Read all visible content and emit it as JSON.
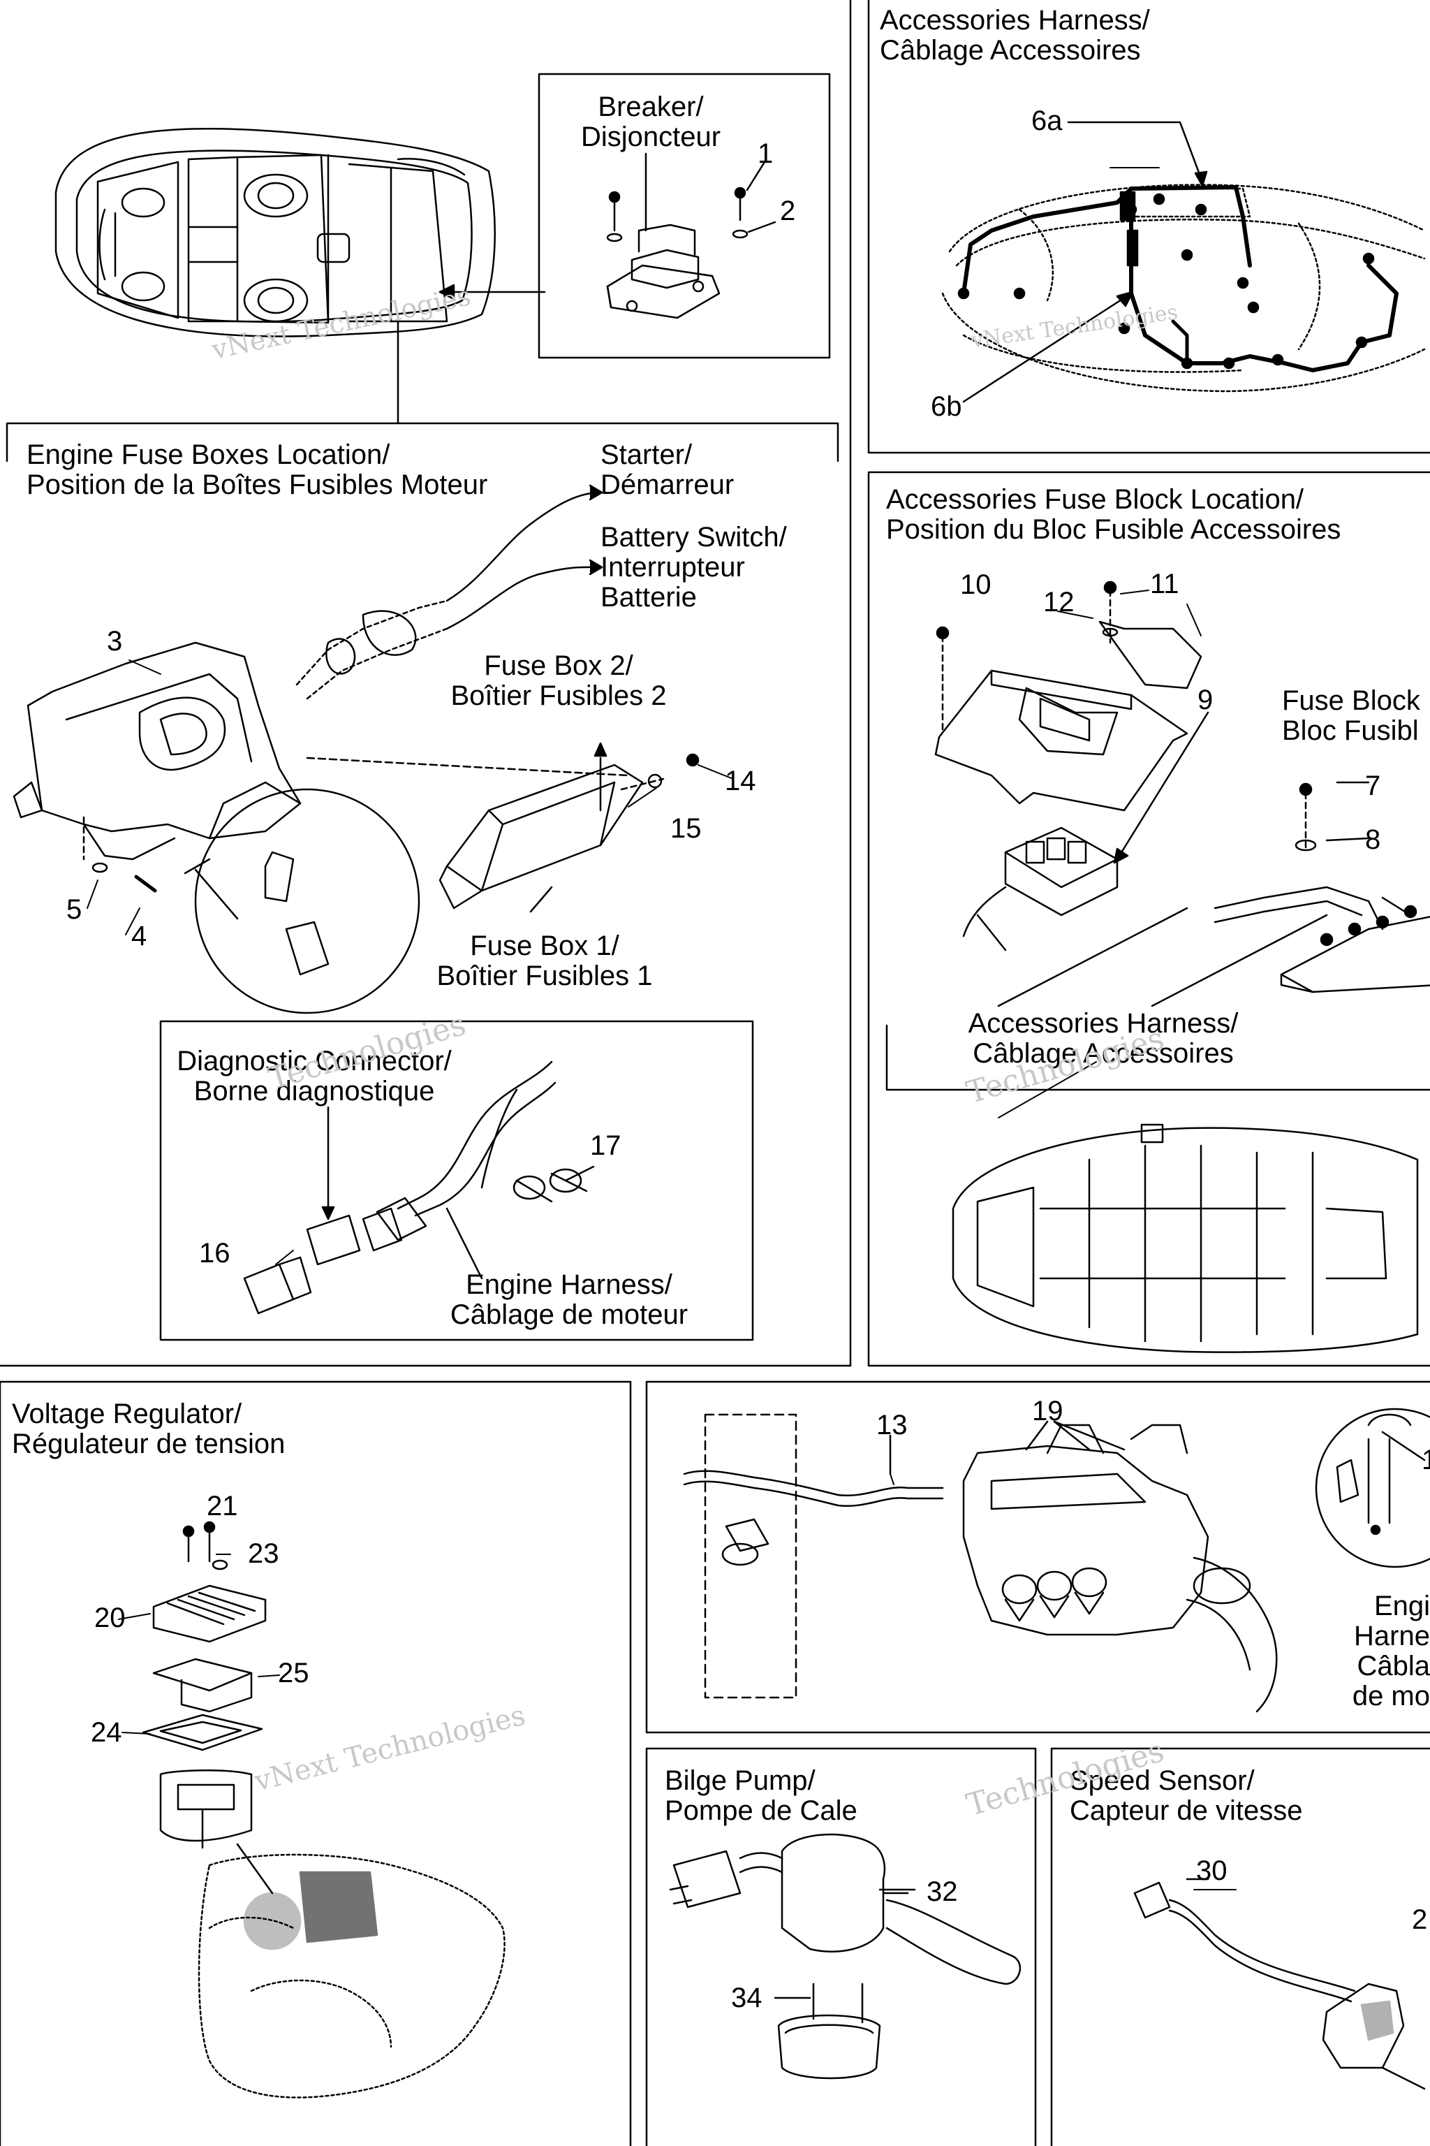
{
  "panels": {
    "breaker": {
      "title_line1": "Breaker/",
      "title_line2": "Disjoncteur",
      "callouts": [
        "1",
        "2"
      ]
    },
    "engine_fuse_boxes": {
      "title_line1": "Engine Fuse Boxes Location/",
      "title_line2": "Position de la Boîtes Fusibles Moteur",
      "starter_line1": "Starter/",
      "starter_line2": "Démarreur",
      "battery_switch_line1": "Battery Switch/",
      "battery_switch_line2": "Interrupteur",
      "battery_switch_line3": "Batterie",
      "fuse_box2_line1": "Fuse Box 2/",
      "fuse_box2_line2": "Boîtier Fusibles 2",
      "fuse_box1_line1": "Fuse Box 1/",
      "fuse_box1_line2": "Boîtier Fusibles 1",
      "callouts": [
        "3",
        "4",
        "5",
        "14",
        "15"
      ]
    },
    "diagnostic": {
      "title_line1": "Diagnostic Connector/",
      "title_line2": "Borne diagnostique",
      "engine_harness_line1": "Engine Harness/",
      "engine_harness_line2": "Câblage de moteur",
      "callouts": [
        "16",
        "17"
      ]
    },
    "accessories_harness": {
      "title_line1": "Accessories Harness/",
      "title_line2": "Câblage Accessoires",
      "callouts": [
        "6a",
        "6b"
      ]
    },
    "accessories_fuse_block": {
      "title_line1": "Accessories Fuse Block Location/",
      "title_line2": "Position du Bloc Fusible Accessoires",
      "fuse_block_line1": "Fuse Block",
      "fuse_block_line2": "Bloc Fusibl",
      "acc_harness_line1": "Accessories Harness/",
      "acc_harness_line2": "Câblage Accessoires",
      "callouts": [
        "10",
        "11",
        "12",
        "9",
        "7",
        "8"
      ]
    },
    "voltage_regulator": {
      "title_line1": "Voltage Regulator/",
      "title_line2": "Régulateur de tension",
      "callouts": [
        "21",
        "23",
        "20",
        "25",
        "24"
      ]
    },
    "engine_view": {
      "callouts": [
        "13",
        "19",
        "1"
      ],
      "harness_line1": "Engi",
      "harness_line2": "Harne",
      "harness_line3": "Câbla",
      "harness_line4": "de mo"
    },
    "bilge_pump": {
      "title_line1": "Bilge Pump/",
      "title_line2": "Pompe de Cale",
      "callouts": [
        "32",
        "34"
      ]
    },
    "speed_sensor": {
      "title_line1": "Speed Sensor/",
      "title_line2": "Capteur de vitesse",
      "callouts": [
        "30",
        "2"
      ]
    }
  },
  "watermark": {
    "line1": "vNext",
    "line2": "vNext Technologies",
    "line3": "Technologies"
  }
}
